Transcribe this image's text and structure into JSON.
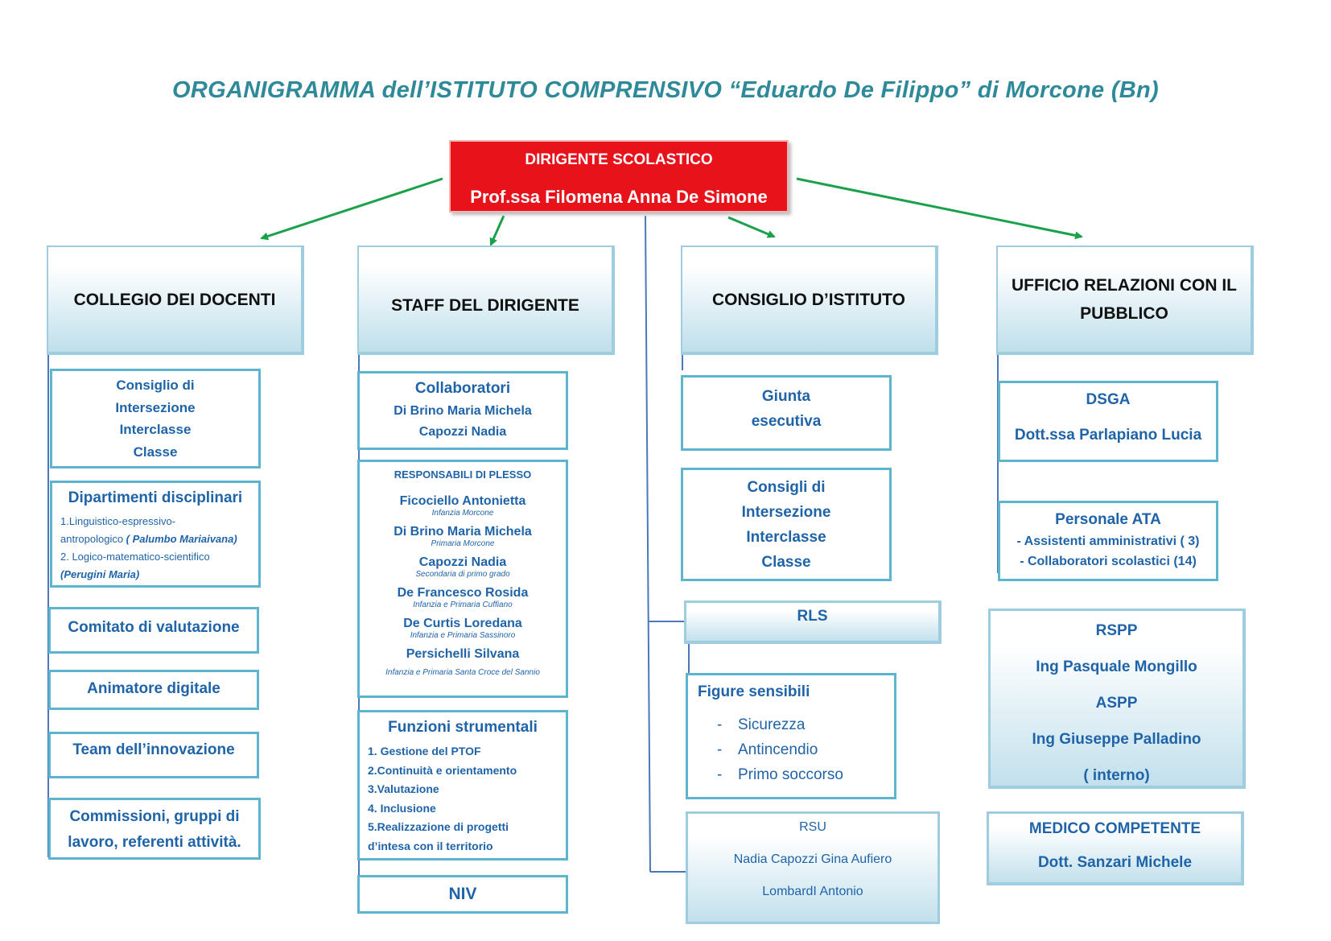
{
  "title": "ORGANIGRAMMA dell’ISTITUTO COMPRENSIVO “Eduardo De Filippo” di Morcone (Bn)",
  "dirigente": {
    "role": "DIRIGENTE SCOLASTICO",
    "name": "Prof.ssa  Filomena Anna De Simone"
  },
  "columns": {
    "collegio": {
      "header": "COLLEGIO DEI DOCENTI",
      "consiglio": [
        "Consiglio di",
        "Intersezione",
        "Interclasse",
        "Classe"
      ],
      "dipartimenti": {
        "title": "Dipartimenti disciplinari",
        "line1": "1.Linguistico-espressivo-",
        "line2a": "antropologico ",
        "line2b": "( Palumbo Mariaivana)",
        "line3": "2. Logico-matematico-scientifico",
        "line4": "(Perugini Maria)"
      },
      "comitato": "Comitato di valutazione",
      "animatore": "Animatore digitale",
      "team": "Team dell’innovazione",
      "commissioni": [
        "Commissioni, gruppi di",
        "lavoro, referenti attività."
      ]
    },
    "staff": {
      "header": "STAFF DEL DIRIGENTE",
      "collaboratori": {
        "title": "Collaboratori",
        "names": [
          "Di Brino Maria Michela",
          "Capozzi Nadia"
        ]
      },
      "responsabili": {
        "title": "RESPONSABILI DI PLESSO",
        "people": [
          {
            "name": "Ficociello Antonietta",
            "place": "Infanzia Morcone"
          },
          {
            "name": "Di Brino Maria Michela",
            "place": "Primaria Morcone"
          },
          {
            "name": "Capozzi Nadia",
            "place": "Secondaria di primo grado"
          },
          {
            "name": "De Francesco Rosida",
            "place": "Infanzia e Primaria Cuffiano"
          },
          {
            "name": "De Curtis Loredana",
            "place": "Infanzia e Primaria Sassinoro"
          },
          {
            "name": "Persichelli Silvana",
            "place": "Infanzia e Primaria Santa Croce del Sannio"
          }
        ]
      },
      "funzioni": {
        "title": "Funzioni strumentali",
        "items": [
          "1. Gestione del PTOF",
          "2.Continuità e orientamento",
          "3.Valutazione",
          "4. Inclusione",
          "5.Realizzazione di progetti",
          "d’intesa con il territorio"
        ]
      },
      "niv": "NIV"
    },
    "consiglio": {
      "header": "CONSIGLIO D’ISTITUTO",
      "giunta": [
        "Giunta",
        "esecutiva"
      ],
      "consigli": [
        "Consigli di",
        "Intersezione",
        "Interclasse",
        "Classe"
      ],
      "rls": "RLS",
      "figure": {
        "title": "Figure sensibili",
        "items": [
          "Sicurezza",
          "Antincendio",
          "Primo soccorso"
        ],
        "bullet": "-"
      },
      "rsu": {
        "title": "RSU",
        "line1": "Nadia Capozzi  Gina Aufiero",
        "line2": "LombardI Antonio"
      }
    },
    "urp": {
      "header_l1": "UFFICIO RELAZIONI CON IL",
      "header_l2": "PUBBLICO",
      "dsga": {
        "title": "DSGA",
        "name": "Dott.ssa Parlapiano Lucia"
      },
      "ata": {
        "title": "Personale ATA",
        "items": [
          "- Assistenti amministrativi ( 3)",
          "- Collaboratori scolastici (14)"
        ]
      },
      "rspp": [
        "RSPP",
        "Ing Pasquale Mongillo",
        "ASPP",
        "Ing Giuseppe Palladino",
        "( interno)"
      ],
      "medico": {
        "title": "MEDICO COMPETENTE",
        "name": "Dott.  Sanzari Michele"
      }
    }
  },
  "colors": {
    "title": "#2e8a99",
    "dirigente_bg": "#e8121a",
    "arrow": "#1aa14a",
    "box_border": "#5eb3cf",
    "text_blue": "#1f63a8",
    "connector": "#4a78b8"
  }
}
